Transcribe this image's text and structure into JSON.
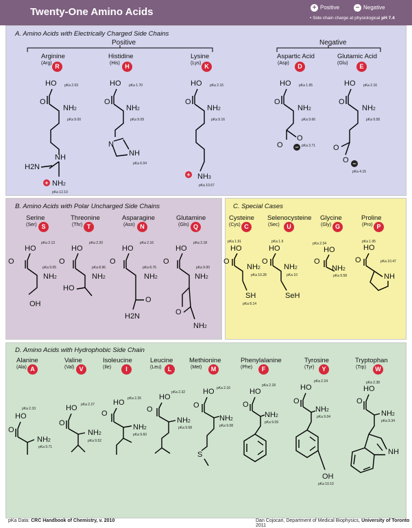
{
  "header": {
    "title": "Twenty-One Amino Acids",
    "legend_positive": "Positive",
    "legend_negative": "Negative",
    "legend_note_prefix": "• Side chain charge at physiological",
    "legend_note_ph": "pH 7.4",
    "positive_symbol": "+",
    "negative_symbol": "−"
  },
  "sections": {
    "A": {
      "title": "A.   Amino Acids with Electrically Charged Side Chains",
      "positive_label": "Positive",
      "negative_label": "Negative"
    },
    "B": {
      "title": "B.   Amino Acids with Polar Uncharged Side Chains"
    },
    "C": {
      "title": "C.   Special Cases"
    },
    "D": {
      "title": "D.   Amino Acids with Hydrophobic Side Chain"
    }
  },
  "amino_acids": {
    "arg": {
      "name": "Arginine",
      "abbr": "(Arg)",
      "letter": "R",
      "pka1": "pKa 2.03",
      "pka2": "pKa 9.00",
      "pka3": "pKa 12.10"
    },
    "his": {
      "name": "Histidine",
      "abbr": "(His)",
      "letter": "H",
      "pka1": "pKa 1.70",
      "pka2": "pKa 9.09",
      "pka3": "pKa 6.04"
    },
    "lys": {
      "name": "Lysine",
      "abbr": "(Lys)",
      "letter": "K",
      "pka1": "pKa 2.15",
      "pka2": "pKa 9.16",
      "pka3": "pKa 10.67"
    },
    "asp": {
      "name": "Aspartic Acid",
      "abbr": "(Asp)",
      "letter": "D",
      "pka1": "pKa 1.95",
      "pka2": "pKa 9.66",
      "pka3": "pKa 3.71"
    },
    "glu": {
      "name": "Glutamic Acid",
      "abbr": "(Glu)",
      "letter": "E",
      "pka1": "pKa 2.16",
      "pka2": "pKa 9.58",
      "pka3": "pKa 4.15"
    },
    "ser": {
      "name": "Serine",
      "abbr": "(Ser)",
      "letter": "S",
      "pka1": "pKa 2.13",
      "pka2": "pKa 9.05"
    },
    "thr": {
      "name": "Threonine",
      "abbr": "(Thr)",
      "letter": "T",
      "pka1": "pKa 2.20",
      "pka2": "pKa 8.96"
    },
    "asn": {
      "name": "Asparagine",
      "abbr": "(Asn)",
      "letter": "N",
      "pka1": "pKa 2.16",
      "pka2": "pKa 8.76"
    },
    "gln": {
      "name": "Glutamine",
      "abbr": "(Gln)",
      "letter": "Q",
      "pka1": "pKa 2.18",
      "pka2": "pKa 9.00"
    },
    "cys": {
      "name": "Cysteine",
      "abbr": "(Cys)",
      "letter": "C",
      "pka1": "pKa 1.91",
      "pka2": "pKa 10.28",
      "pka3": "pKa 8.14"
    },
    "sec": {
      "name": "Selenocysteine",
      "abbr": "(Sec)",
      "letter": "U",
      "pka1": "pKa 1.9",
      "pka2": "pKa 10"
    },
    "gly": {
      "name": "Glycine",
      "abbr": "(Gly)",
      "letter": "G",
      "pka1": "pKa 2.34",
      "pka2": "pKa 9.58"
    },
    "pro": {
      "name": "Proline",
      "abbr": "(Pro)",
      "letter": "P",
      "pka1": "pKa 1.95",
      "pka2": "pKa 10.47"
    },
    "ala": {
      "name": "Alanine",
      "abbr": "(Ala)",
      "letter": "A",
      "pka1": "pKa 2.33",
      "pka2": "pKa 9.71"
    },
    "val": {
      "name": "Valine",
      "abbr": "(Val)",
      "letter": "V",
      "pka1": "pKa 2.27",
      "pka2": "pKa 9.52"
    },
    "ile": {
      "name": "Isoleucine",
      "abbr": "(Ile)",
      "letter": "I",
      "pka1": "pKa 2.26",
      "pka2": "pKa 9.60"
    },
    "leu": {
      "name": "Leucine",
      "abbr": "(Leu)",
      "letter": "L",
      "pka1": "pKa 2.32",
      "pka2": "pKa 9.58"
    },
    "met": {
      "name": "Methionine",
      "abbr": "(Met)",
      "letter": "M",
      "pka1": "pKa 2.16",
      "pka2": "pKa 9.08"
    },
    "phe": {
      "name": "Phenylalanine",
      "abbr": "(Phe)",
      "letter": "F",
      "pka1": "pKa 2.18",
      "pka2": "pKa 9.09"
    },
    "tyr": {
      "name": "Tyrosine",
      "abbr": "(Tyr)",
      "letter": "Y",
      "pka1": "pKa 2.24",
      "pka2": "pKa 9.04",
      "pka3": "pKa 10.10"
    },
    "trp": {
      "name": "Tryptophan",
      "abbr": "(Trp)",
      "letter": "W",
      "pka1": "pKa 2.38",
      "pka2": "pKa 9.34"
    }
  },
  "atoms": {
    "ho": "HO",
    "nh": "NH",
    "n": "N",
    "h": "H",
    "sh": "SH",
    "seh": "SeH",
    "s": "S",
    "oh": "OH",
    "o": "O",
    "h2n": "H2N",
    "sub2": "2",
    "sub3": "3"
  },
  "footer": {
    "left_prefix": "pKa Data: ",
    "left_source": "CRC Handbook of Chemistry, v. 2010",
    "right_author": "Dan Cojocari, Department of Medical Biophysics, ",
    "right_univ": "University of Toronto",
    "right_year": "2011"
  },
  "colors": {
    "header": "#7d5f7f",
    "panel_a": "#d5d5ee",
    "panel_b": "#d7c9d9",
    "panel_c": "#f6f1a6",
    "panel_d": "#cfe3cf",
    "badge": "#d7283a"
  }
}
